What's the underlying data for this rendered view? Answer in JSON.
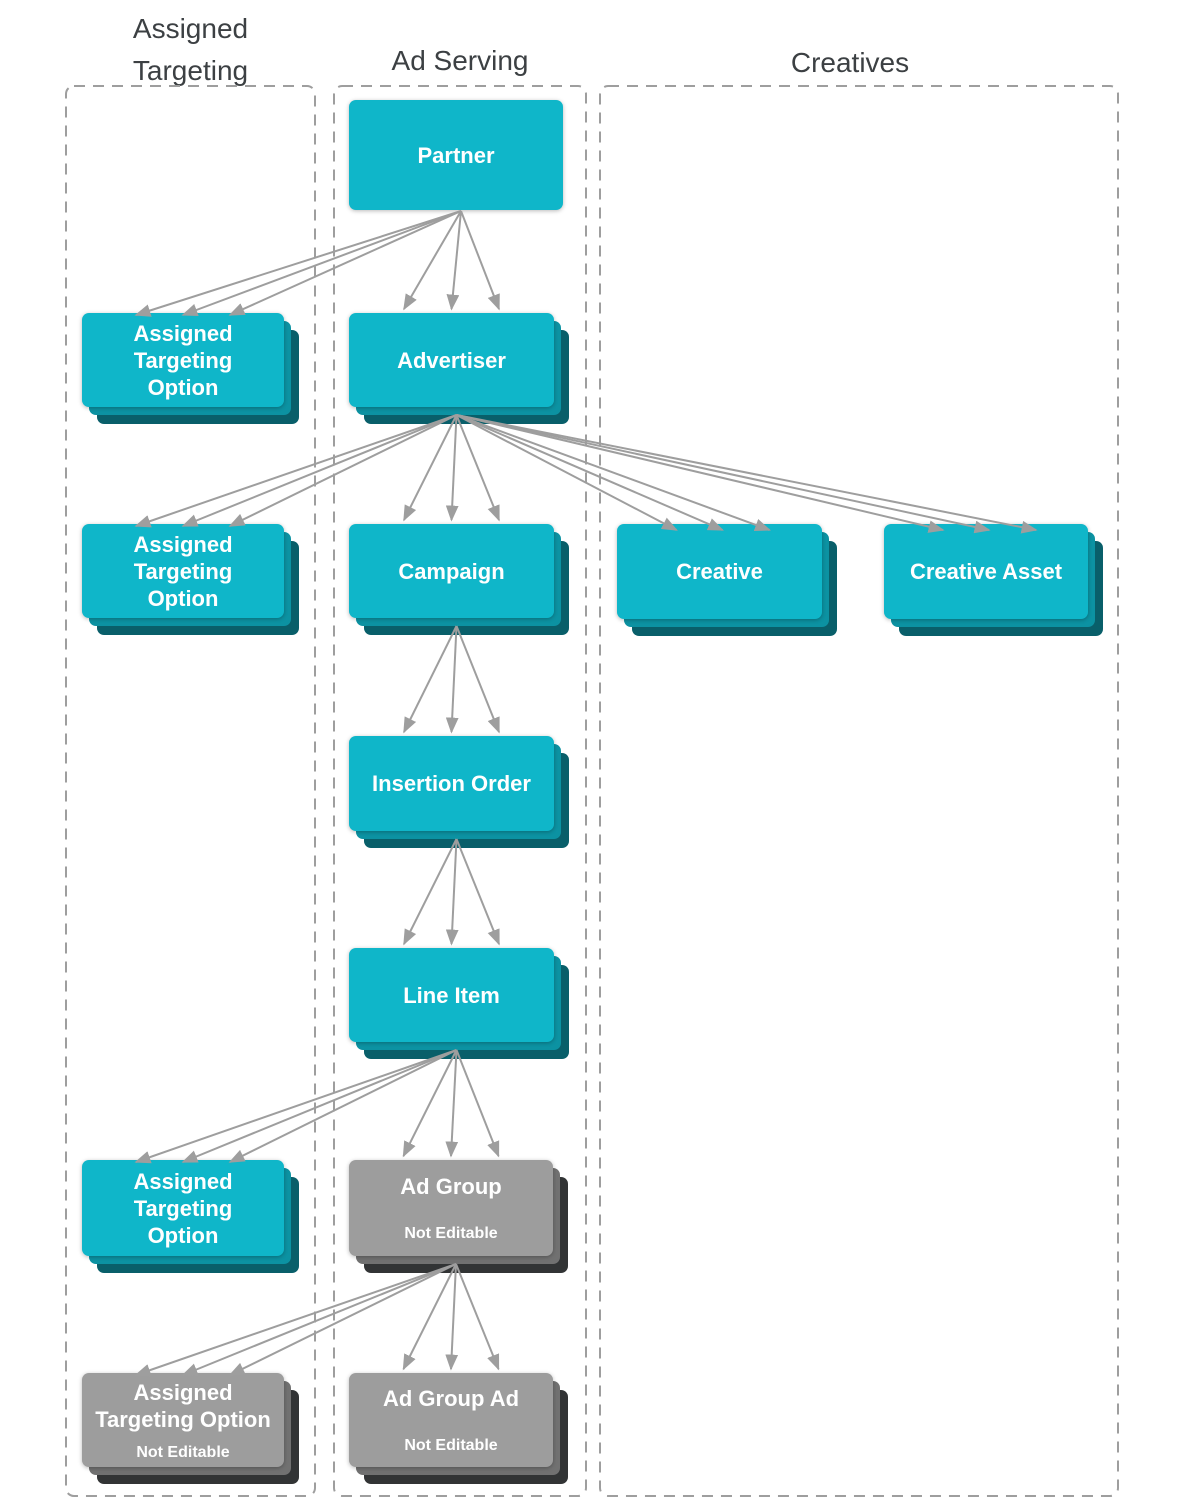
{
  "columns": [
    {
      "id": "assigned_targeting",
      "title": "Assigned Targeting"
    },
    {
      "id": "ad_serving",
      "title": "Ad Serving"
    },
    {
      "id": "creatives",
      "title": "Creatives"
    }
  ],
  "nodes": {
    "partner": {
      "label": "Partner",
      "column": "ad_serving"
    },
    "advertiser": {
      "label": "Advertiser",
      "column": "ad_serving"
    },
    "campaign": {
      "label": "Campaign",
      "column": "ad_serving"
    },
    "insertion_order": {
      "label": "Insertion Order",
      "column": "ad_serving"
    },
    "line_item": {
      "label": "Line Item",
      "column": "ad_serving"
    },
    "ad_group": {
      "label": "Ad Group",
      "sublabel": "Not Editable",
      "column": "ad_serving"
    },
    "ad_group_ad": {
      "label": "Ad Group Ad",
      "sublabel": "Not Editable",
      "column": "ad_serving"
    },
    "ato_partner": {
      "lines": [
        "Assigned",
        "Targeting",
        "Option"
      ],
      "column": "assigned_targeting"
    },
    "ato_advertiser": {
      "lines": [
        "Assigned",
        "Targeting",
        "Option"
      ],
      "column": "assigned_targeting"
    },
    "ato_line_item": {
      "lines": [
        "Assigned",
        "Targeting",
        "Option"
      ],
      "column": "assigned_targeting"
    },
    "ato_ad_group": {
      "lines": [
        "Assigned",
        "Targeting Option"
      ],
      "sublabel": "Not Editable",
      "column": "assigned_targeting"
    },
    "creative": {
      "label": "Creative",
      "column": "creatives"
    },
    "creative_asset": {
      "label": "Creative Asset",
      "column": "creatives"
    }
  },
  "edges": [
    {
      "from": "partner",
      "to": "advertiser"
    },
    {
      "from": "partner",
      "to": "ato_partner"
    },
    {
      "from": "advertiser",
      "to": "campaign"
    },
    {
      "from": "advertiser",
      "to": "ato_advertiser"
    },
    {
      "from": "advertiser",
      "to": "creative"
    },
    {
      "from": "advertiser",
      "to": "creative_asset"
    },
    {
      "from": "campaign",
      "to": "insertion_order"
    },
    {
      "from": "insertion_order",
      "to": "line_item"
    },
    {
      "from": "line_item",
      "to": "ad_group"
    },
    {
      "from": "line_item",
      "to": "ato_line_item"
    },
    {
      "from": "ad_group",
      "to": "ad_group_ad"
    },
    {
      "from": "ad_group",
      "to": "ato_ad_group"
    }
  ],
  "colors": {
    "node_cyan": "#0FB6C9",
    "node_cyan_mid": "#0C92A2",
    "node_cyan_back": "#095F6A",
    "node_gray": "#9D9D9D",
    "node_gray_mid": "#717171",
    "node_gray_back": "#323435",
    "arrow": "#9E9E9E",
    "border": "#9E9E9E",
    "header_text": "#3C4043",
    "node_text": "#FFFFFF"
  }
}
